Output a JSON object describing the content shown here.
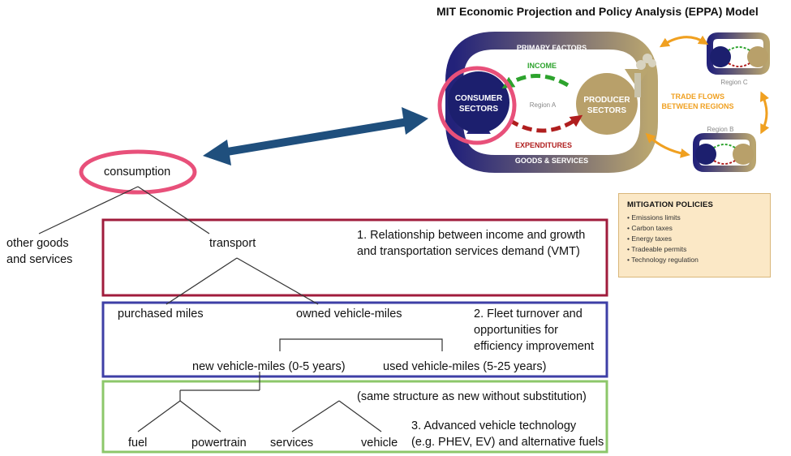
{
  "eppa": {
    "title": "MIT Economic Projection and Policy Analysis (EPPA) Model",
    "primary_factors": "PRIMARY FACTORS",
    "income": "INCOME",
    "expenditures": "EXPENDITURES",
    "goods_services": "GOODS & SERVICES",
    "consumer": [
      "CONSUMER",
      "SECTORS"
    ],
    "producer": [
      "PRODUCER",
      "SECTORS"
    ],
    "region_a": "Region A",
    "region_b": "Region B",
    "region_c": "Region C",
    "trade_flows": [
      "TRADE FLOWS",
      "BETWEEN REGIONS"
    ]
  },
  "mitigation": {
    "title": "MITIGATION POLICIES",
    "items": [
      "Emissions limits",
      "Carbon taxes",
      "Energy taxes",
      "Tradeable permits",
      "Technology regulation"
    ]
  },
  "tree": {
    "consumption": "consumption",
    "other_goods": [
      "other goods",
      "and services"
    ],
    "transport": "transport",
    "purchased_miles": "purchased miles",
    "owned_vehicle_miles": "owned vehicle-miles",
    "new_vehicle_miles": "new vehicle-miles (0-5 years)",
    "used_vehicle_miles": "used vehicle-miles (5-25 years)",
    "fuel": "fuel",
    "powertrain": "powertrain",
    "services": "services",
    "vehicle": "vehicle"
  },
  "notes": {
    "note1": [
      "1. Relationship between income and growth",
      "and transportation services demand (VMT)"
    ],
    "note2": [
      "2. Fleet turnover and",
      "opportunities for",
      "efficiency improvement"
    ],
    "note_same": "(same structure as new without substitution)",
    "note3": [
      "3.  Advanced vehicle technology",
      "(e.g. PHEV, EV) and alternative fuels"
    ]
  },
  "colors": {
    "box1": "#a01c3c",
    "box2": "#3e3fa6",
    "box3": "#8cc76a",
    "highlight": "#e8507a",
    "link_arrow": "#1f4f7d",
    "consumer": "#1c1f6e",
    "producer": "#b8a06a",
    "income": "#2da32d",
    "expenditures": "#b01e1e",
    "trade": "#f0a020"
  }
}
